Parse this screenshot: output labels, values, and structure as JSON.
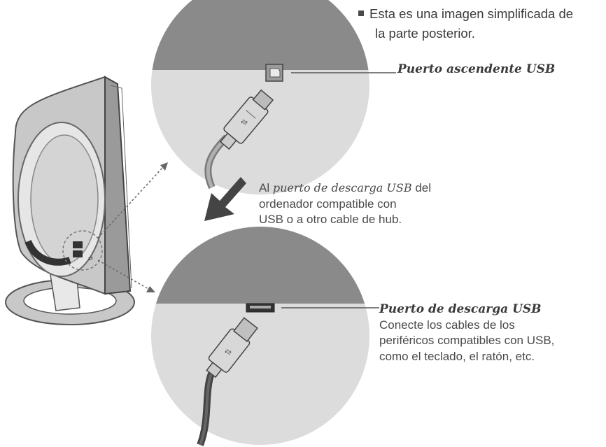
{
  "note": {
    "line1": "Esta es una imagen simplificada de",
    "line2": "la parte posterior."
  },
  "upstream": {
    "label": "Puerto ascendente USB"
  },
  "instruction": {
    "prefix": "Al ",
    "emphasis": "puerto de descarga USB",
    "suffix": " del",
    "line2": "ordenador compatible con",
    "line3": "USB o a otro cable de hub."
  },
  "downstream": {
    "title": "Puerto de descarga USB",
    "line1": "Conecte los cables de los",
    "line2": "periféricos compatibles con USB,",
    "line3": "como el teclado, el ratón, etc."
  },
  "colors": {
    "dark_gray": "#8a8a8a",
    "light_gray": "#dcdcdc",
    "monitor_gray": "#b4b4b4",
    "text": "#3a3a3a"
  },
  "icons": [
    "usb-b-connector",
    "usb-a-connector",
    "monitor-rear",
    "down-arrow"
  ]
}
